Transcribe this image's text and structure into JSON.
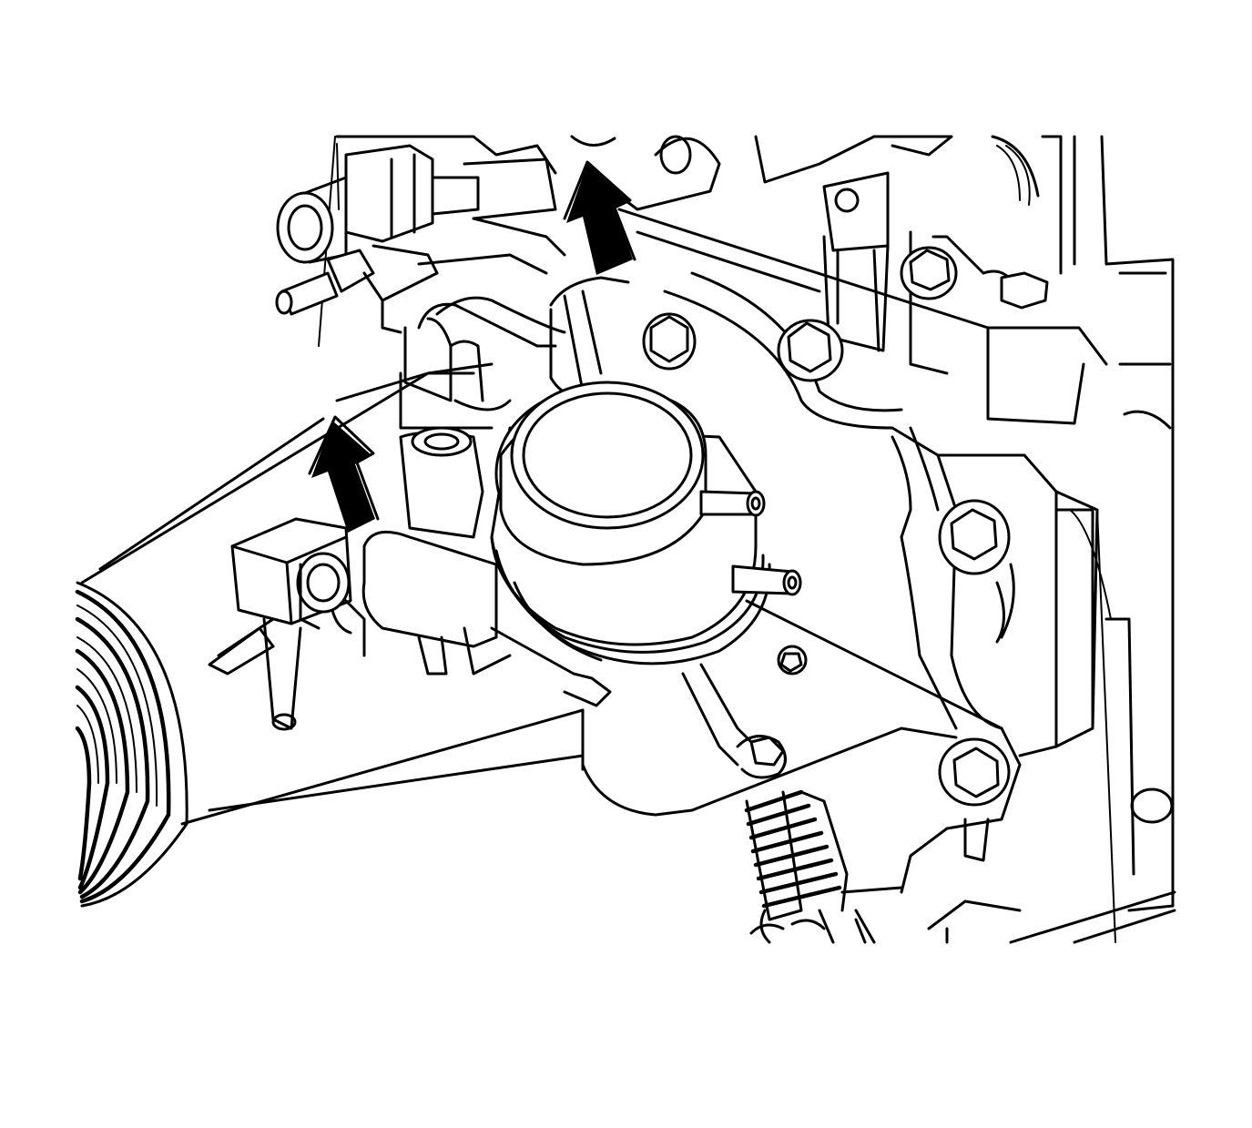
{
  "figure": {
    "style": "black line-art technical illustration on white background",
    "colors": {
      "background": "#ffffff",
      "line": "#000000",
      "arrow_fill": "#000000"
    },
    "components": [
      "engine-block",
      "belt-pulley",
      "vacuum-pump",
      "electrical-connector",
      "hose-connector",
      "mounting-bolt",
      "mounting-bracket",
      "hose-spring-clamp",
      "removal-arrow"
    ],
    "arrows": {
      "count": 2,
      "meaning-icon": "up-arrow-icon"
    }
  }
}
